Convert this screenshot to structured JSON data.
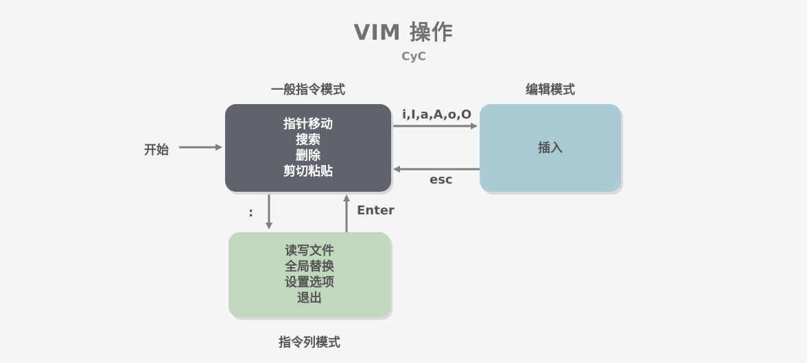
{
  "title": "VIM 操作",
  "subtitle": "CyC",
  "normal_mode": {
    "caption": "一般指令模式",
    "lines": [
      "指针移动",
      "搜索",
      "删除",
      "剪切粘贴"
    ]
  },
  "edit_mode": {
    "caption": "编辑模式",
    "lines": [
      "插入"
    ]
  },
  "command_mode": {
    "caption": "指令列模式",
    "lines": [
      "读写文件",
      "全局替换",
      "设置选项",
      "退出"
    ]
  },
  "arrows": {
    "start": "开始",
    "to_edit": "i,I,a,A,o,O",
    "to_normal": "esc",
    "to_command": ":",
    "from_command": "Enter"
  },
  "colors": {
    "normal_box": "#5f636b",
    "edit_box": "#aacbd4",
    "command_box": "#c0d9bc",
    "arrow": "#808080"
  }
}
